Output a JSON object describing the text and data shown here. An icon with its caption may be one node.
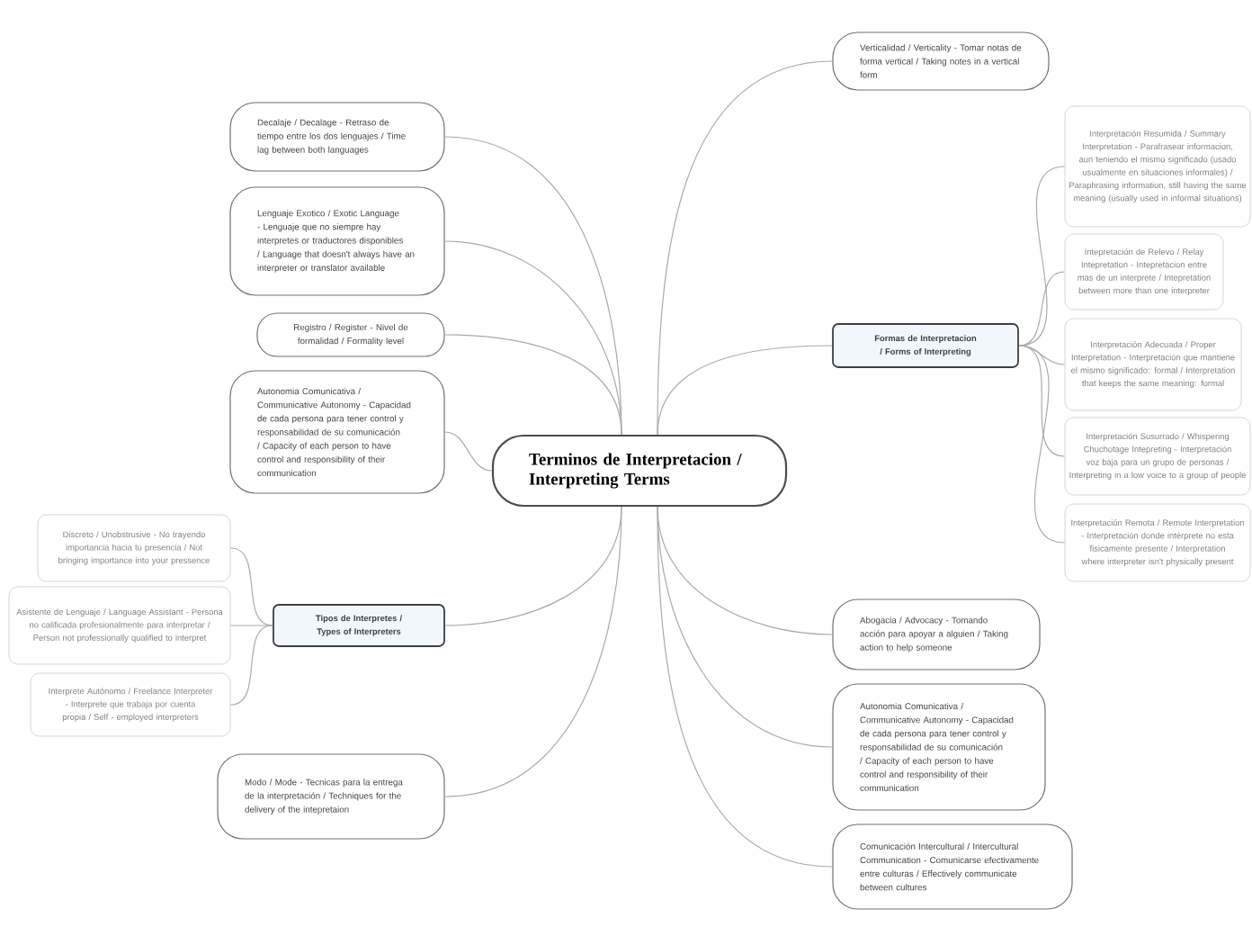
{
  "diagram": {
    "nodes": [
      {
        "text": [
          "Terminos de Interpretacion / Interpreting Terms"
        ]
      },
      {
        "text": [
          "Decalaje / Decalage - Retraso de tiempo entre los dos lenguajes / Time lag between both languages"
        ]
      },
      {
        "text": [
          "Lenguaje Exotico / Exotic Language - Lenguaje que no siempre hay interpretes or traductores disponibles / Language that doesn't always have an interpreter or translator available"
        ]
      },
      {
        "text": [
          "Registro / Register - Nivel de formalidad / Formality level"
        ]
      },
      {
        "text": [
          "Autonomia Comunicativa / Communicative Autonomy - Capacidad de cada persona para tener control y responsabilidad de su comunicación / Capacity of each person to have control and responsibility of their communication"
        ]
      },
      {
        "text": [
          "Tipos de Interpretes / Types of Interpreters"
        ]
      },
      {
        "text": [
          "Discreto / Unobstrusive - No trayendo importancia hacia tu presencia / Not bringing importance into your pressence"
        ]
      },
      {
        "text": [
          "Asistente de Lenguaje / Language Assistant - Persona no calificada profesionalmente para interpretar / Person not professionally qualified to interpret"
        ]
      },
      {
        "text": [
          "Interprete Autónomo / Freelance Interpreter - Interprete que trabaja por cuenta propia / Self - employed interpreters"
        ]
      },
      {
        "text": [
          "Modo / Mode - Tecnicas para la entrega de la interpretación / Techniques for the delivery of the intepretaion"
        ]
      },
      {
        "text": [
          "Verticalidad / Verticality - Tomar notas de forma vertical / Taking notes in a vertical form"
        ]
      },
      {
        "text": [
          "Formas de Interpretacion / Forms of Interpreting"
        ]
      },
      {
        "text": [
          "Interpretación Resumida / Summary Interpretation - Parafrasear informacion, aun teniendo el mismo significado (usado usualmente en situaciones informales) / Paraphrasing information, still having the same meaning (usually used in informal situations)"
        ]
      },
      {
        "text": [
          "Intepretación de Relevo / Relay Intepretation - Intepretacion entre mas de un interprete / Intepretation between more than one interpreter"
        ]
      },
      {
        "text": [
          "Interpretación Adecuada / Proper Interpretation - Interpretación que mantiene el mismo significado: formal / Interpretation that keeps the same meaning: formal"
        ]
      },
      {
        "text": [
          "Interpretación Susurrado / Whispering Chuchotage Intepreting - Interpretación voz baja para un grupo de personas / Interpreting in a low voice to a group of people"
        ]
      },
      {
        "text": [
          "Interpretación Remota / Remote Interpretation - Interpretación donde intérprete no esta fisicamente presente / Interpretation where interpreter isn't physically present"
        ]
      },
      {
        "text": [
          "Abogacia / Advocacy - Tomando acción para apoyar a alguien / Taking action to help someone"
        ]
      },
      {
        "text": [
          "Autonomia Comunicativa / Communicative Autonomy - Capacidad de cada persona para tener control y responsabilidad de su comunicación / Capacity of each person to have control and responsibility of their communication"
        ]
      },
      {
        "text": [
          "Comunicación Intercultural / Intercultural Communication - Comunicarse efectivamente entre culturas / Effectively communicate between cultures"
        ]
      }
    ],
    "edges": [
      {
        "from": 0,
        "to": 1,
        "arrow": "none"
      },
      {
        "from": 0,
        "to": 2,
        "arrow": "none"
      },
      {
        "from": 0,
        "to": 3,
        "arrow": "none"
      },
      {
        "from": 0,
        "to": 4,
        "arrow": "none"
      },
      {
        "from": 0,
        "to": 5,
        "arrow": "none"
      },
      {
        "from": 5,
        "to": 6,
        "arrow": "none"
      },
      {
        "from": 5,
        "to": 7,
        "arrow": "none"
      },
      {
        "from": 5,
        "to": 8,
        "arrow": "none"
      },
      {
        "from": 0,
        "to": 9,
        "arrow": "none"
      },
      {
        "from": 0,
        "to": 10,
        "arrow": "none"
      },
      {
        "from": 0,
        "to": 11,
        "arrow": "none"
      },
      {
        "from": 11,
        "to": 12,
        "arrow": "none"
      },
      {
        "from": 11,
        "to": 13,
        "arrow": "none"
      },
      {
        "from": 11,
        "to": 14,
        "arrow": "none"
      },
      {
        "from": 11,
        "to": 15,
        "arrow": "none"
      },
      {
        "from": 11,
        "to": 16,
        "arrow": "none"
      },
      {
        "from": 0,
        "to": 17,
        "arrow": "none"
      },
      {
        "from": 0,
        "to": 18,
        "arrow": "none"
      },
      {
        "from": 0,
        "to": 19,
        "arrow": "none"
      }
    ]
  }
}
